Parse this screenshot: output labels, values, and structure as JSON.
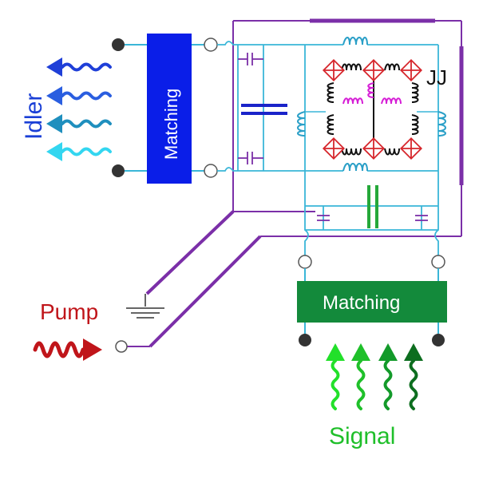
{
  "labels": {
    "idler": "Idler",
    "pump": "Pump",
    "signal": "Signal",
    "jj": "JJ",
    "matching_top": "Matching",
    "matching_bottom": "Matching"
  },
  "colors": {
    "idler_label": "#1a3fd6",
    "pump_label": "#c0151a",
    "signal_label": "#1fbf2a",
    "matching_top_fill": "#0a1ee8",
    "matching_bottom_fill": "#138a3b",
    "circuit_wire": "#3ab6d8",
    "pump_line": "#7b2fa8",
    "capacitor_blue": "#1a23c9",
    "capacitor_green": "#25a83a",
    "inductor_cyan": "#2a9fc7",
    "inductor_black": "#111111",
    "inductor_magenta": "#d61ed6",
    "junction_red": "#d6262c",
    "idler_arrows": [
      "#1f3fd8",
      "#2a5ee0",
      "#1f8fbe",
      "#33d6f0"
    ],
    "signal_arrows": [
      "#22e02a",
      "#1fc02a",
      "#139a2a",
      "#0d6e1f"
    ]
  }
}
